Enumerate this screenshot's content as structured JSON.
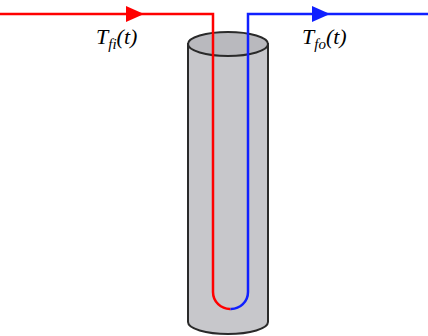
{
  "diagram": {
    "labels": [
      "T",
      "fi",
      "(t)",
      "T",
      "fo",
      "(t)"
    ]
  }
}
